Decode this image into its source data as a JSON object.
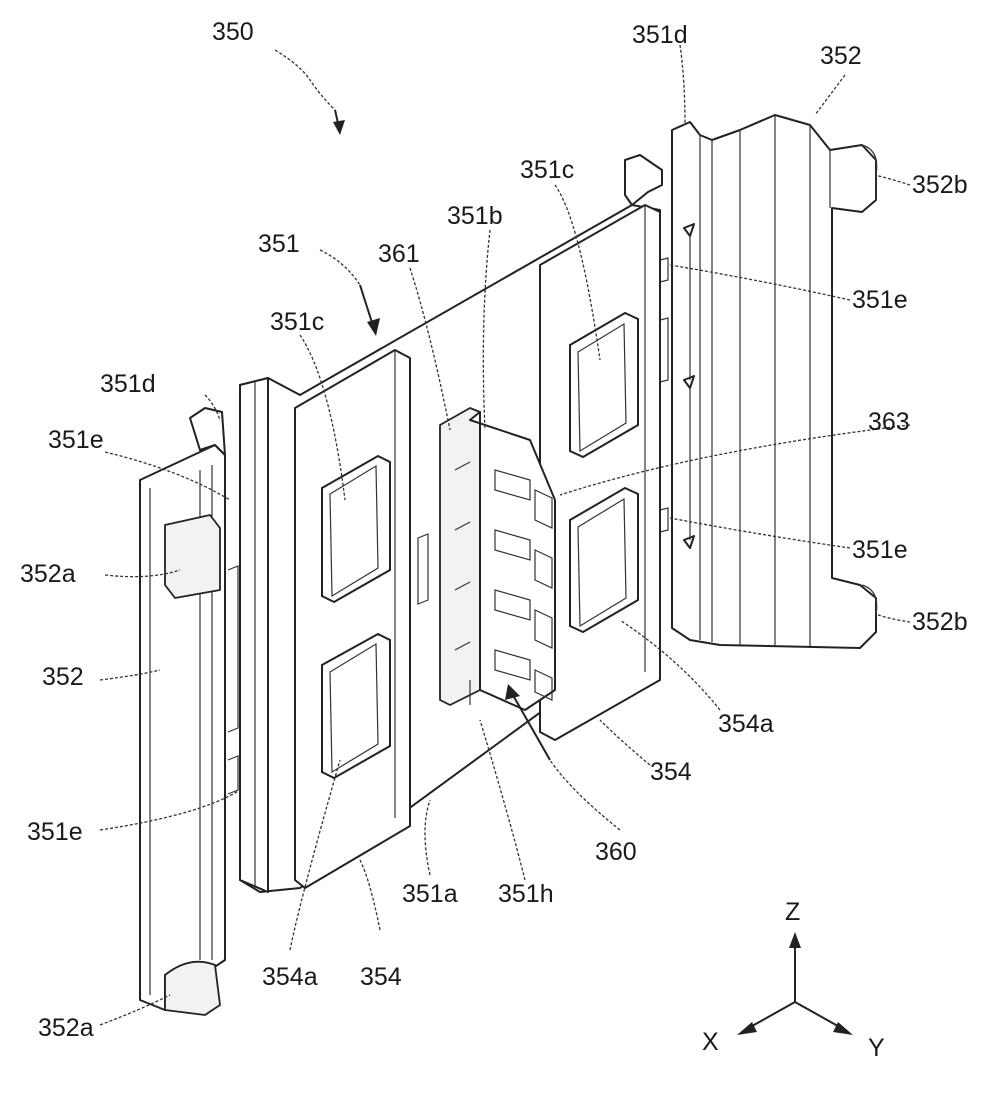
{
  "figure": {
    "labels": {
      "l350": "350",
      "l351": "351",
      "l351a": "351a",
      "l351b": "351b",
      "l351c_left": "351c",
      "l351c_right": "351c",
      "l351d_left": "351d",
      "l351d_right": "351d",
      "l351e_left_top": "351e",
      "l351e_left_bottom": "351e",
      "l351e_right_top": "351e",
      "l351e_right_bottom": "351e",
      "l351h": "351h",
      "l352_left": "352",
      "l352_right": "352",
      "l352a_top": "352a",
      "l352a_bottom": "352a",
      "l352b_top": "352b",
      "l352b_bottom": "352b",
      "l354_left": "354",
      "l354_right": "354",
      "l354a_left": "354a",
      "l354a_right": "354a",
      "l360": "360",
      "l361": "361",
      "l363": "363"
    },
    "axes": {
      "z": "Z",
      "x": "X",
      "y": "Y"
    }
  }
}
